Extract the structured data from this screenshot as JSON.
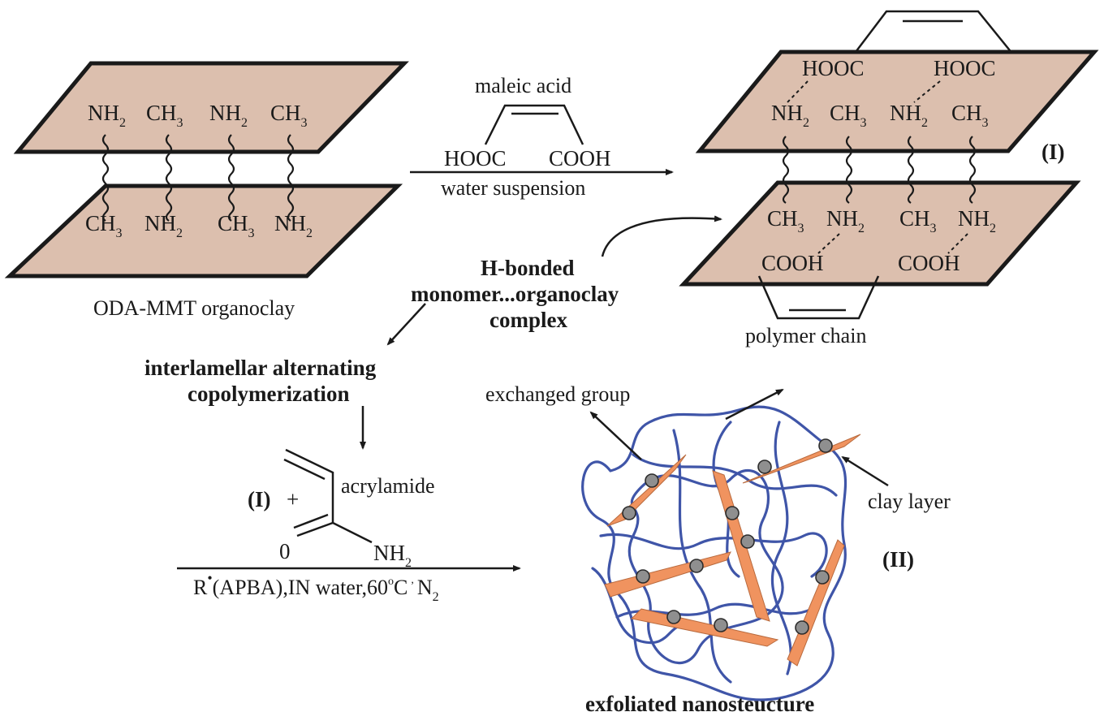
{
  "colors": {
    "clay_plate": "#dcbfae",
    "clay_layer": "#f0935f",
    "network": "#3f55a8",
    "ink": "#1a1a1a"
  },
  "left_complex": {
    "top_groups": [
      "NH",
      "CH",
      "NH",
      "CH"
    ],
    "top_subs": [
      "2",
      "3",
      "2",
      "3"
    ],
    "bottom_groups": [
      "CH",
      "NH",
      "CH",
      "NH"
    ],
    "bottom_subs": [
      "3",
      "2",
      "3",
      "2"
    ],
    "caption": "ODA-MMT organoclay"
  },
  "step1": {
    "reagent": "maleic acid",
    "left_group": "HOOC",
    "right_group": "COOH",
    "condition": "water suspension"
  },
  "right_complex": {
    "top_acid_groups": [
      "HOOC",
      "HOOC"
    ],
    "top_groups": [
      "NH",
      "CH",
      "NH",
      "CH"
    ],
    "top_subs": [
      "2",
      "3",
      "2",
      "3"
    ],
    "bottom_groups": [
      "CH",
      "NH",
      "CH",
      "NH"
    ],
    "bottom_subs": [
      "3",
      "2",
      "3",
      "2"
    ],
    "bottom_acid_groups": [
      "COOH",
      "COOH"
    ],
    "caption": "polymer chain",
    "label": "(I)"
  },
  "complex_label": {
    "line1": "H-bonded",
    "line2": "monomer...organoclay",
    "line3": "complex"
  },
  "step2": {
    "line1": "interlamellar alternating",
    "line2": "copolymerization",
    "reactant": "(I)",
    "plus": "+",
    "monomer": "acrylamide",
    "carbonyl": "0",
    "amine": "NH",
    "amine_sub": "2",
    "condition_a": "R",
    "condition_b": "(APBA),IN water,60",
    "condition_c": "C",
    "condition_d": "N",
    "condition_d_sub": "2"
  },
  "product": {
    "exchanged_group": "exchanged group",
    "clay_layer": "clay layer",
    "label": "(II)",
    "caption": "exfoliated nanosteucture"
  }
}
